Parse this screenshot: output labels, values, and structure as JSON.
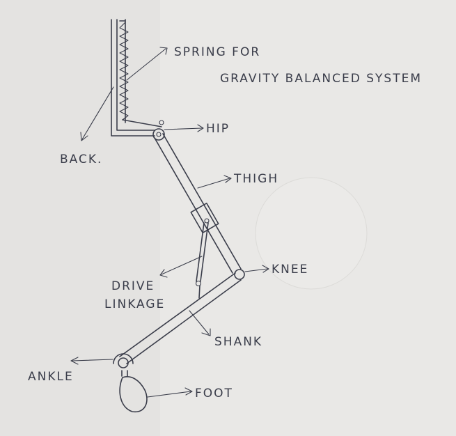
{
  "labels": {
    "spring_line1": "SPRING FOR",
    "spring_line2": "GRAVITY BALANCED SYSTEM",
    "hip": "HIP",
    "back": "BACK.",
    "thigh": "THIGH",
    "knee": "KNEE",
    "drive_line1": "DRIVE",
    "drive_line2": "LINKAGE",
    "shank": "SHANK",
    "ankle": "ANKLE",
    "foot": "FOOT"
  },
  "colors": {
    "paper": "#e4e3e1",
    "ink": "#3a3d4a"
  }
}
